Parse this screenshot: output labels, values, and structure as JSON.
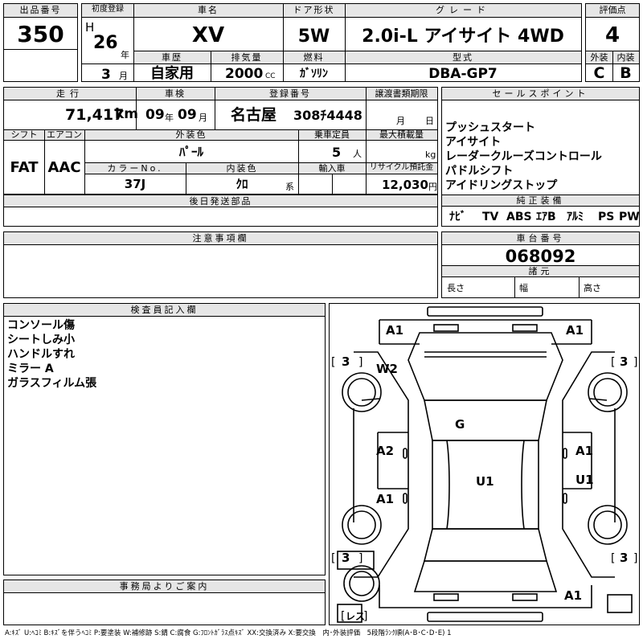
{
  "header": {
    "lot_label": "出品番号",
    "lot_no": "350",
    "reg_label": "初度登録",
    "era": "H",
    "reg_year": "26",
    "year_unit": "年",
    "reg_month": "3",
    "month_unit": "月",
    "model_label": "車名",
    "model": "XV",
    "door_label": "ドア形状",
    "door": "5W",
    "grade_label": "グレード",
    "grade": "2.0i-L アイサイト 4WD",
    "score_label": "評価点",
    "score": "4",
    "history_label": "車歴",
    "history": "自家用",
    "displacement_label": "排気量",
    "displacement": "2000",
    "cc": "CC",
    "fuel_label": "燃料",
    "fuel": "ｶﾞｿﾘﾝ",
    "type_label": "型式",
    "type": "DBA-GP7",
    "exterior_label": "外装",
    "exterior": "C",
    "interior_label": "内装",
    "interior": "B"
  },
  "row2": {
    "mileage_label": "走行",
    "mileage": "71,417",
    "km": "km",
    "inspection_label": "車検",
    "insp_year": "09",
    "insp_year_unit": "年",
    "insp_month": "09",
    "insp_month_unit": "月",
    "plate_label": "登録番号",
    "plate_area": "名古屋",
    "plate_num": "308ﾁ4448",
    "transfer_label": "譲渡書類期限",
    "transfer_month": "月",
    "transfer_day": "日",
    "sales_label": "セールスポイント"
  },
  "row3": {
    "shift_label": "シフト",
    "shift": "FAT",
    "ac_label": "エアコン",
    "ac": "AAC",
    "color_label": "外装色",
    "color": "ﾊﾟｰﾙ",
    "capacity_label": "乗車定員",
    "capacity": "5",
    "person_unit": "人",
    "load_label": "最大積載量",
    "kg": "kg",
    "colorno_label": "カラーNo.",
    "colorno": "37J",
    "intcolor_label": "内装色",
    "intcolor": "ｸﾛ",
    "kei": "系",
    "import_label": "輸入車",
    "recycle_label": "リサイクル預託金",
    "recycle": "12,030",
    "yen": "円"
  },
  "sales_points": [
    "プッシュスタート",
    "アイサイト",
    "レーダークルーズコントロール",
    "パドルシフト",
    "アイドリングストップ"
  ],
  "equipment_label": "純正装備",
  "equipment": [
    "ﾅﾋﾞ",
    "TV",
    "ABS",
    "ｴｱB",
    "ｱﾙﾐ",
    "PS",
    "PW"
  ],
  "later_label": "後日発送部品",
  "caution_label": "注意事項欄",
  "chassis_label": "車台番号",
  "chassis": "068092",
  "spec_label": "諸元",
  "length": "長さ",
  "width": "幅",
  "height": "高さ",
  "inspector_label": "検査員記入欄",
  "inspector_notes": [
    "コンソール傷",
    "シートしみ小",
    "ハンドルすれ",
    "ミラー A",
    "ガラスフィルム張"
  ],
  "office_label": "事務局よりご案内",
  "diagram": {
    "tires": [
      "3",
      "3",
      "3",
      "3"
    ],
    "rest": "レス",
    "codes": [
      "A1",
      "A1",
      "W2",
      "G",
      "A2",
      "A1",
      "A1",
      "U1",
      "U1",
      "A1"
    ]
  },
  "legend": "A:ｷｽﾞ U:ﾍｺﾐ B:ｷｽﾞを伴うﾍｺﾐ P:要塗装 W:補修跡 S:錆 C:腐食 G:ﾌﾛﾝﾄｶﾞﾗｽ点ｷｽﾞ XX:交換済み X:要交換　内･外装評価　5段階ﾗﾝｸ順(A･B･C･D･E) 1"
}
